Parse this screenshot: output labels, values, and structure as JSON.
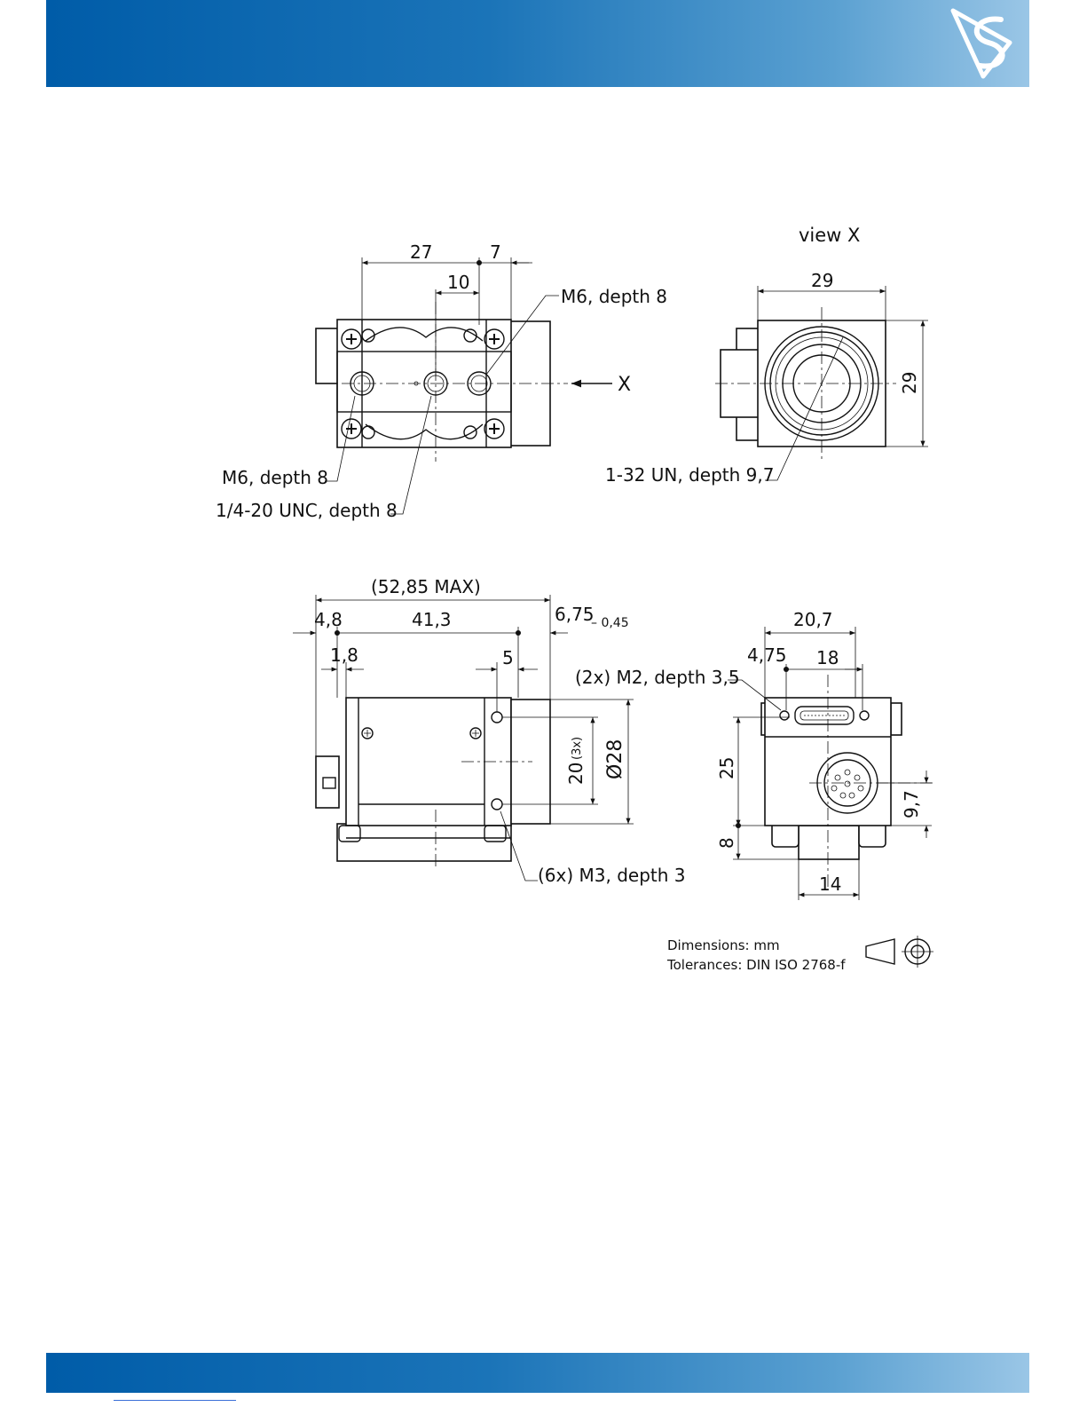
{
  "views": {
    "top_right_caption": "view X",
    "arrow_label": "X"
  },
  "dimensions": {
    "top_27": "27",
    "top_7": "7",
    "top_10": "10",
    "viewx_29_h": "29",
    "viewx_29_v": "29",
    "bottom_52_85": "(52,85 MAX)",
    "bottom_4_8": "4,8",
    "bottom_41_3": "41,3",
    "bottom_6_75": "6,75",
    "bottom_tol": "– 0,45",
    "bottom_1_8": "1,8",
    "bottom_5": "5",
    "bottom_20": "20",
    "bottom_3x": "(3x)",
    "bottom_d28": "Ø28",
    "back_20_7": "20,7",
    "back_4_75": "4,75",
    "back_18": "18",
    "back_25": "25",
    "back_8": "8",
    "back_9_7": "9,7",
    "back_14": "14"
  },
  "callouts": {
    "m6_top": "M6, depth 8",
    "m6_left": "M6, depth 8",
    "unc": "1/4-20 UNC, depth 8",
    "un_1_32": "1-32 UN, depth 9,7",
    "m2": "(2x) M2, depth 3,5",
    "m3": "(6x) M3, depth 3"
  },
  "notes": {
    "dimensions": "Dimensions: mm",
    "tolerances": "Tolerances: DIN ISO 2768-f"
  },
  "colors": {
    "band_start": "#005ca8",
    "band_end": "#9ac6e6",
    "line": "#111111"
  }
}
